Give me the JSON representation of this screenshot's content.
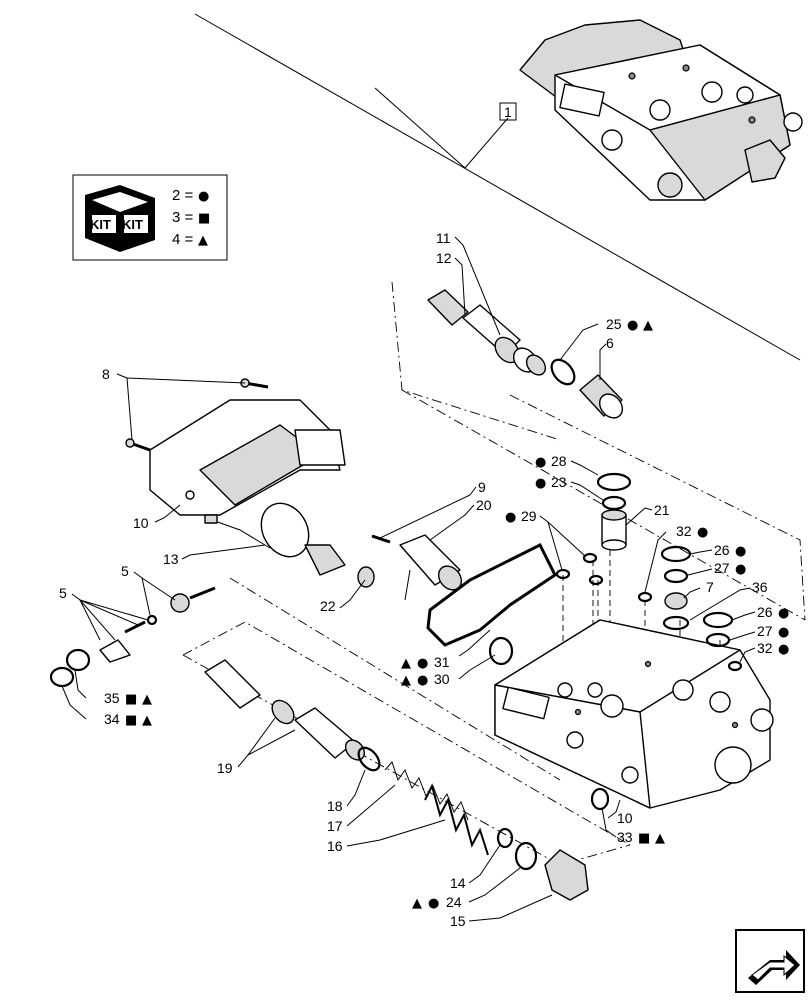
{
  "legend": {
    "kit_text": [
      "KIT",
      "KIT"
    ],
    "rows": [
      {
        "label": "2 =",
        "symbol": "●"
      },
      {
        "label": "3 =",
        "symbol": "■"
      },
      {
        "label": "4 =",
        "symbol": "▲"
      }
    ]
  },
  "callouts": {
    "c1": "1",
    "c5a": "5",
    "c5b": "5",
    "c6": "6",
    "c7": "7",
    "c8": "8",
    "c9": "9",
    "c10a": "10",
    "c10b": "10",
    "c11": "11",
    "c12": "12",
    "c13": "13",
    "c14": "14",
    "c15": "15",
    "c16": "16",
    "c17": "17",
    "c18": "18",
    "c19": "19",
    "c20": "20",
    "c21": "21",
    "c22": "22",
    "c23": "23",
    "c24": "24",
    "c25": "25",
    "c26a": "26",
    "c26b": "26",
    "c27a": "27",
    "c27b": "27",
    "c28": "28",
    "c29": "29",
    "c30": "30",
    "c31": "31",
    "c32a": "32",
    "c32b": "32",
    "c33": "33",
    "c34": "34",
    "c35": "35",
    "c36": "36"
  },
  "symbols": {
    "circle": "●",
    "square": "■",
    "triangle": "▲"
  },
  "nav": {
    "icon": "next-page-arrow-icon"
  }
}
